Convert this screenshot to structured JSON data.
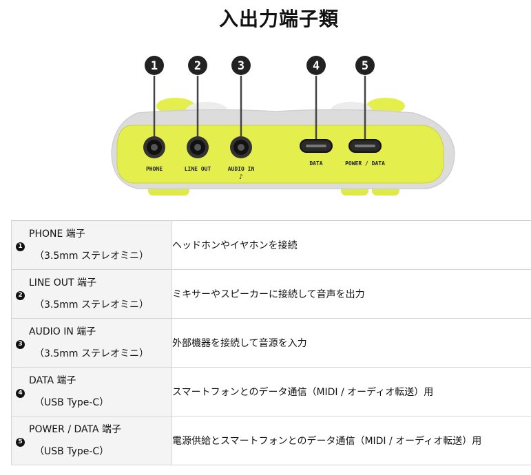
{
  "page": {
    "title": "入出力端子類"
  },
  "device": {
    "body_color": "#e4ef4e",
    "case_color": "#dcdcdc",
    "callouts": [
      "1",
      "2",
      "3",
      "4",
      "5"
    ],
    "jack_labels": [
      "PHONE",
      "LINE OUT",
      "AUDIO IN",
      "DATA",
      "POWER / DATA"
    ],
    "audio_in_note": "♪"
  },
  "ports": [
    {
      "badge": "1",
      "name": "PHONE 端子",
      "spec": "（3.5mm ステレオミニ）",
      "desc": "ヘッドホンやイヤホンを接続"
    },
    {
      "badge": "2",
      "name": "LINE OUT 端子",
      "spec": "（3.5mm ステレオミニ）",
      "desc": "ミキサーやスピーカーに接続して音声を出力"
    },
    {
      "badge": "3",
      "name": "AUDIO IN 端子",
      "spec": "（3.5mm ステレオミニ）",
      "desc": "外部機器を接続して音源を入力"
    },
    {
      "badge": "4",
      "name": "DATA 端子",
      "spec": "（USB Type-C）",
      "desc": "スマートフォンとのデータ通信（MIDI / オーディオ転送）用"
    },
    {
      "badge": "5",
      "name": "POWER / DATA 端子",
      "spec": "（USB Type-C）",
      "desc": "電源供給とスマートフォンとのデータ通信（MIDI / オーディオ転送）用"
    }
  ]
}
